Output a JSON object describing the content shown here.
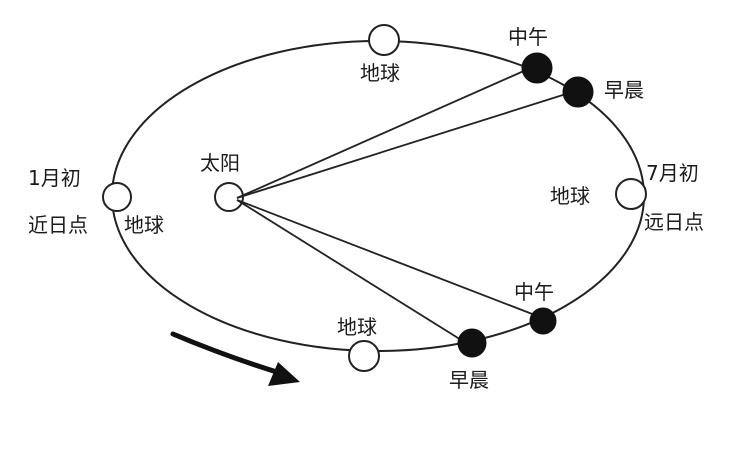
{
  "labels": {
    "sun": "太阳",
    "earth": "地球",
    "noon": "中午",
    "morning": "早晨",
    "jan_early": "1月初",
    "jul_early": "7月初",
    "perihelion": "近日点",
    "aphelion": "远日点"
  },
  "colors": {
    "line": "#222222",
    "dark_earth": "#111111"
  }
}
